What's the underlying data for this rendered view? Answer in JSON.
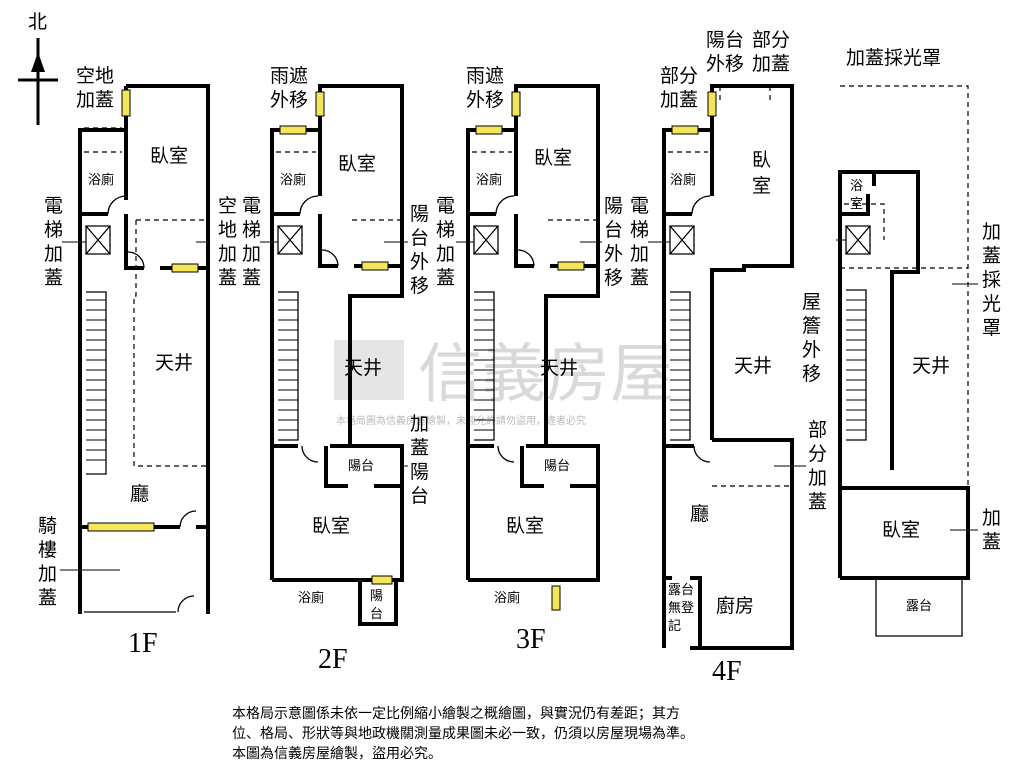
{
  "compass": {
    "north": "北"
  },
  "watermark": {
    "brand": "信義房屋",
    "notice": "本格局圖為信義房屋繪製，未經允許請勿盜用，違者必究"
  },
  "floors": [
    {
      "name": "1F",
      "rooms": {
        "bedroom": "臥室",
        "bath": "浴廁",
        "atrium": "天井",
        "hall": "廳"
      },
      "annotations": {
        "top": [
          "空地",
          "加蓋"
        ],
        "left_elevator": [
          "電",
          "梯",
          "加",
          "蓋"
        ],
        "left_arcade": [
          "騎",
          "樓",
          "加",
          "蓋"
        ]
      }
    },
    {
      "name": "2F",
      "rooms": {
        "bedroom_top": "臥室",
        "bath_top": "浴廁",
        "atrium": "天井",
        "balcony": "陽台",
        "bedroom_bottom": "臥室",
        "bath_bottom": "浴廁",
        "balcony_small": [
          "陽",
          "台"
        ]
      },
      "annotations": {
        "top": [
          "雨遮",
          "外移"
        ],
        "left_col1": [
          "空",
          "地",
          "加",
          "蓋"
        ],
        "left_col2": [
          "電",
          "梯",
          "加",
          "蓋"
        ],
        "right_balcony_shift": [
          "陽",
          "台",
          "外",
          "移"
        ],
        "right_balcony_add": [
          "加",
          "蓋",
          "陽",
          "台"
        ]
      }
    },
    {
      "name": "3F",
      "rooms": {
        "bedroom_top": "臥室",
        "bath_top": "浴廁",
        "atrium": "天井",
        "balcony": "陽台",
        "bedroom_bottom": "臥室",
        "bath_bottom": "浴廁"
      },
      "annotations": {
        "top": [
          "雨遮",
          "外移"
        ],
        "left_elevator": [
          "電",
          "梯",
          "加",
          "蓋"
        ],
        "right_balcony_shift": [
          "陽",
          "台",
          "外",
          "移"
        ]
      }
    },
    {
      "name": "4F",
      "rooms": {
        "bedroom_top": "臥室",
        "bath_top": "浴廁",
        "atrium": "天井",
        "hall": "廳",
        "kitchen": "廚房",
        "terrace_note": [
          "露台",
          "無登",
          "記"
        ]
      },
      "annotations": {
        "top_left": [
          "部分",
          "加蓋"
        ],
        "top_mid": [
          "陽台",
          "外移"
        ],
        "top_right": [
          "部分",
          "加蓋"
        ],
        "left_elevator": [
          "電",
          "梯",
          "加",
          "蓋"
        ],
        "right_partial": [
          "部",
          "分",
          "加",
          "蓋"
        ]
      }
    },
    {
      "name": "",
      "rooms": {
        "bath": [
          "浴",
          "室"
        ],
        "atrium": "天井",
        "bedroom": "臥室",
        "terrace": "露台"
      },
      "annotations": {
        "top": "加蓋採光罩",
        "right_skylight": [
          "加",
          "蓋",
          "採",
          "光",
          "罩"
        ],
        "left_eave": [
          "屋",
          "簷",
          "外",
          "移"
        ],
        "right_add": [
          "加",
          "蓋"
        ]
      }
    }
  ],
  "disclaimer": [
    "本格局示意圖係未依一定比例縮小繪製之概繪圖，與實況仍有差距；其方",
    "位、格局、形狀等與地政機關測量成果圖未必一致，仍須以房屋現場為準。",
    "本圖為信義房屋繪製，盜用必究。"
  ]
}
